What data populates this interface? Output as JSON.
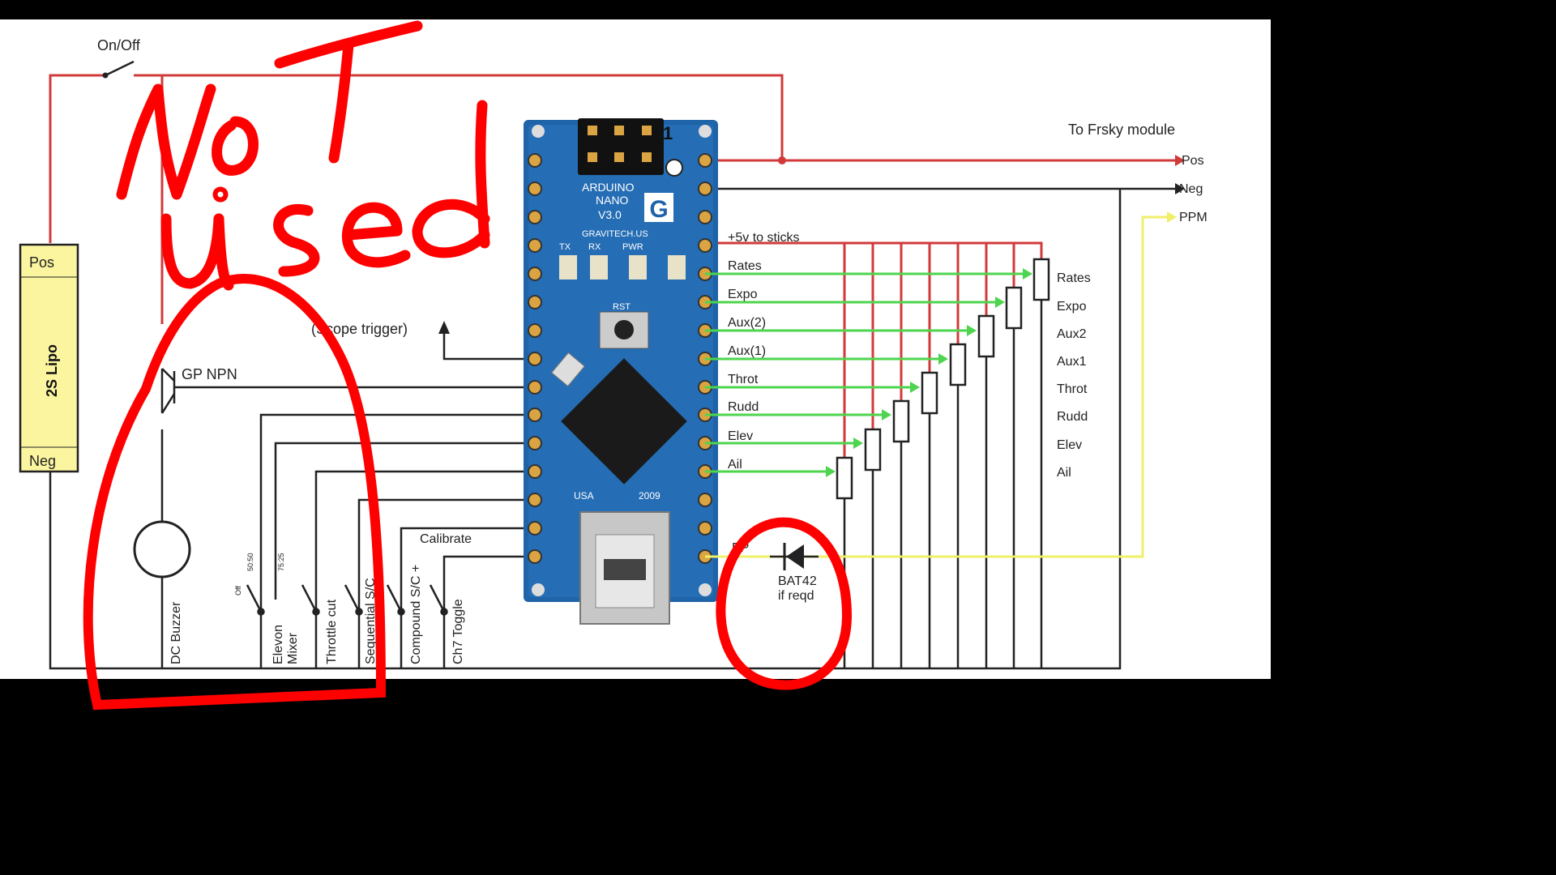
{
  "labels": {
    "on_off": "On/Off",
    "transistor": "GP NPN",
    "buzzer": "DC Buzzer",
    "scope_trigger": "(Scope trigger)",
    "sticks_supply": "+5v to sticks",
    "ppm_pin": "PP",
    "diode": "BAT42",
    "diode_note": "if reqd",
    "switch_off": "Off",
    "switch_pos1": "50:50",
    "switch_pos2": "75:25"
  },
  "battery": {
    "pos": "Pos",
    "neg": "Neg",
    "type": "2S Lipo"
  },
  "switches": {
    "elevon_1": "Elevon",
    "elevon_2": "Mixer",
    "throttle_cut": "Throttle cut",
    "sequential": "Sequential S/C",
    "compound": "Compound S/C +",
    "calibrate": "Calibrate",
    "ch7": "Ch7 Toggle"
  },
  "channels": [
    "Rates",
    "Expo",
    "Aux(2)",
    "Aux(1)",
    "Throt",
    "Rudd",
    "Elev",
    "Ail"
  ],
  "pots": [
    "Rates",
    "Expo",
    "Aux2",
    "Aux1",
    "Throt",
    "Rudd",
    "Elev",
    "Ail"
  ],
  "frsky": {
    "title": "To Frsky module",
    "pos": "Pos",
    "neg": "Neg",
    "ppm": "PPM"
  },
  "board": {
    "name": "ARDUINO",
    "model": "NANO",
    "version": "V3.0",
    "maker": "GRAVITECH.US",
    "logo": "G",
    "tx": "TX",
    "rx": "RX",
    "pwr": "PWR",
    "rst": "RST",
    "usa": "USA",
    "year": "2009",
    "pin_one": "1"
  },
  "annotation": {
    "text": "NOT used",
    "color": "#ff0000"
  },
  "colors": {
    "power": "#d23a3a",
    "signal": "#4ed44e",
    "ppm": "#f0ef6a",
    "board": "#1f63a8",
    "battery": "#fbf5a0"
  }
}
